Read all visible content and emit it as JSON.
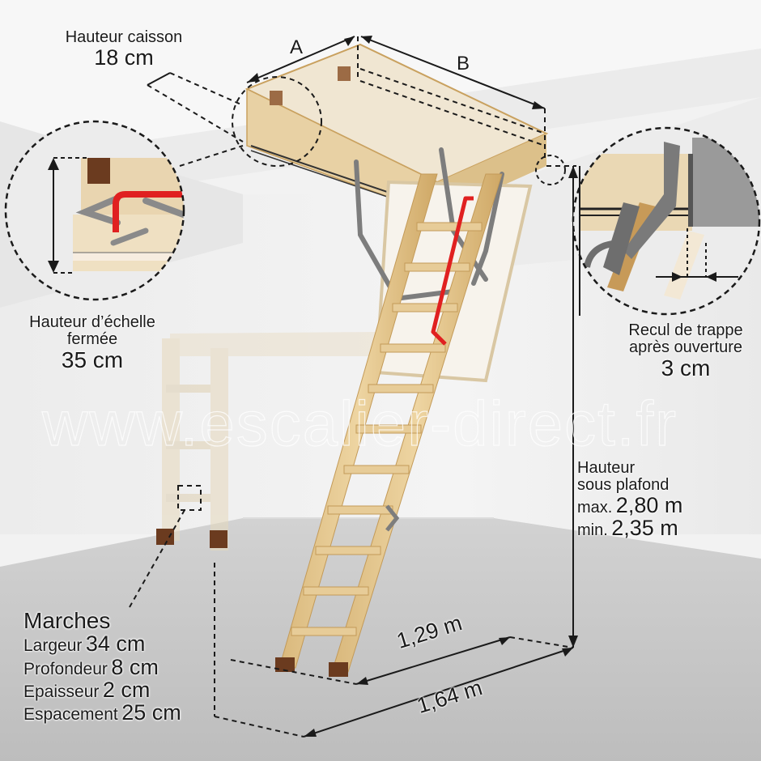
{
  "diagram": {
    "subject": "Escalier escamotable / échelle de grenier",
    "watermark": "www.escalier-direct.fr",
    "colors": {
      "background_wall": "#ededed",
      "ceiling": "#f6f6f6",
      "floor": "#c4c4c4",
      "wood": "#e2c48e",
      "wood_dark": "#c9a15f",
      "foot_caps": "#6b3b1f",
      "metal_arms": "#7d7d7d",
      "handrail": "#e02020",
      "dimension_lines": "#1a1a1a"
    },
    "labels": {
      "dimension_a": "A",
      "dimension_b": "B",
      "hauteur_caisson": {
        "title": "Hauteur caisson",
        "value": "18 cm"
      },
      "hauteur_echelle_fermee": {
        "line1": "Hauteur d’échelle",
        "line2": "fermée",
        "value": "35 cm"
      },
      "recul_trappe": {
        "line1": "Recul de trappe",
        "line2": "après ouverture",
        "value": "3 cm"
      },
      "hauteur_sous_plafond": {
        "line1": "Hauteur",
        "line2": "sous plafond",
        "max_prefix": "max.",
        "max_value": "2,80 m",
        "min_prefix": "min.",
        "min_value": "2,35 m"
      },
      "marches": {
        "title": "Marches",
        "rows": [
          {
            "label": "Largeur",
            "value": "34 cm"
          },
          {
            "label": "Profondeur",
            "value": "8 cm"
          },
          {
            "label": "Epaisseur",
            "value": "2 cm"
          },
          {
            "label": "Espacement",
            "value": "25 cm"
          }
        ]
      },
      "floor_depth_open": "1,29 m",
      "floor_depth_total": "1,64 m"
    },
    "detail_callouts": [
      {
        "name": "closed-ladder-height-detail",
        "description": "Circle zoom on folded ladder in box"
      },
      {
        "name": "hatch-setback-detail",
        "description": "Circle zoom on hinge and hatch setback"
      }
    ]
  }
}
